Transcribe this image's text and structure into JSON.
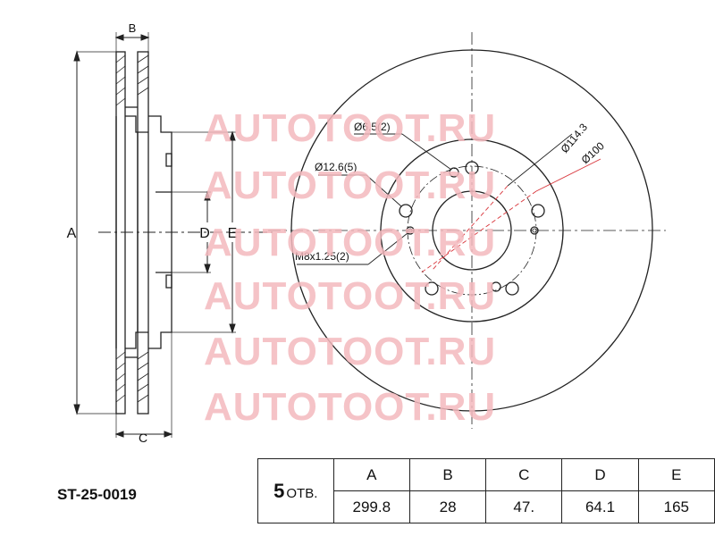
{
  "part_number": "ST-25-0019",
  "holes": {
    "count": "5",
    "suffix": "ОТВ."
  },
  "table": {
    "headers": [
      "A",
      "B",
      "C",
      "D",
      "E"
    ],
    "values": [
      "299.8",
      "28",
      "47.",
      "64.1",
      "165"
    ]
  },
  "watermark": "AUTOTOOT.RU",
  "side_view_labels": {
    "a": "A",
    "b": "B",
    "c": "C",
    "d": "D",
    "e": "E"
  },
  "front_view_labels": {
    "small_hole": "Ø6.5(2)",
    "pcd": "Ø114.3",
    "stud_hole": "Ø12.6(5)",
    "center_bore": "Ø100",
    "thread": "M8x1.25(2)"
  },
  "colors": {
    "line": "#222222",
    "watermark": "#f3b9bd",
    "leader": "#d8343a"
  }
}
